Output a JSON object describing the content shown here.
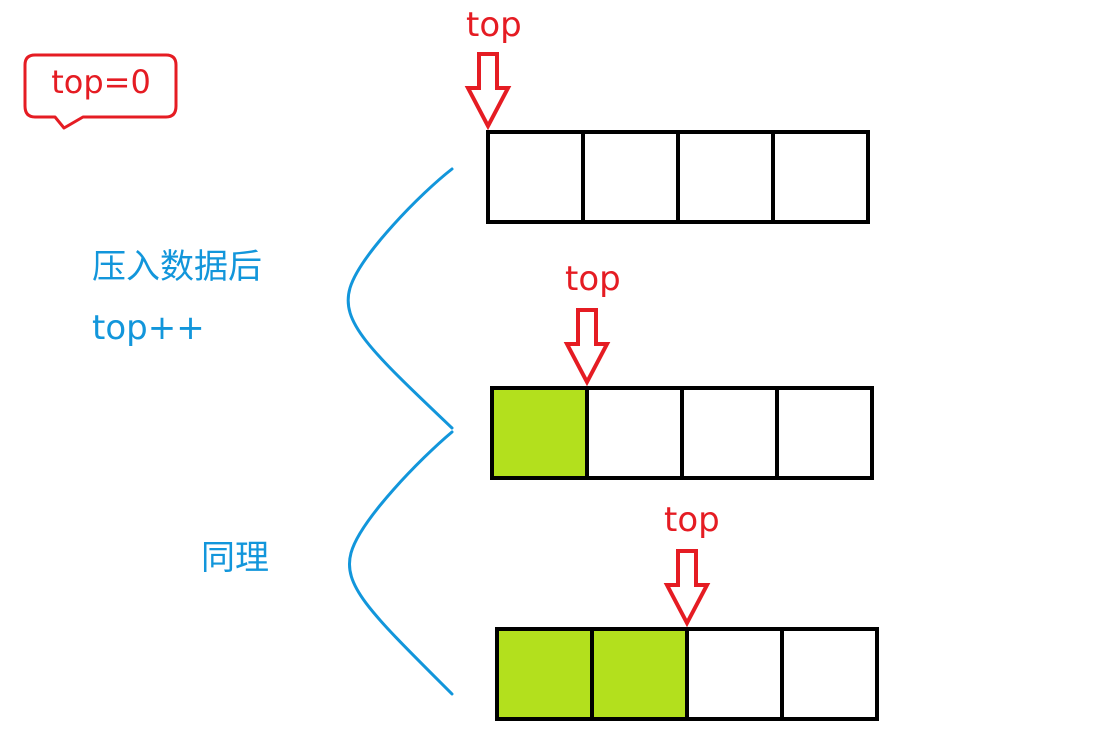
{
  "initial_state": {
    "label": "top=0"
  },
  "annotations": {
    "push_line1": "压入数据后",
    "push_line2": "top++",
    "same_logic": "同理"
  },
  "stacks": [
    {
      "pointer_label": "top",
      "filled_cells": 0,
      "total_cells": 4,
      "pointer_index": 0
    },
    {
      "pointer_label": "top",
      "filled_cells": 1,
      "total_cells": 4,
      "pointer_index": 1
    },
    {
      "pointer_label": "top",
      "filled_cells": 2,
      "total_cells": 4,
      "pointer_index": 2
    }
  ],
  "colors": {
    "pointer": "#e51c23",
    "filled_cell": "#b3e01d",
    "empty_cell": "#ffffff",
    "annotation": "#1296db",
    "outline": "#000000"
  }
}
